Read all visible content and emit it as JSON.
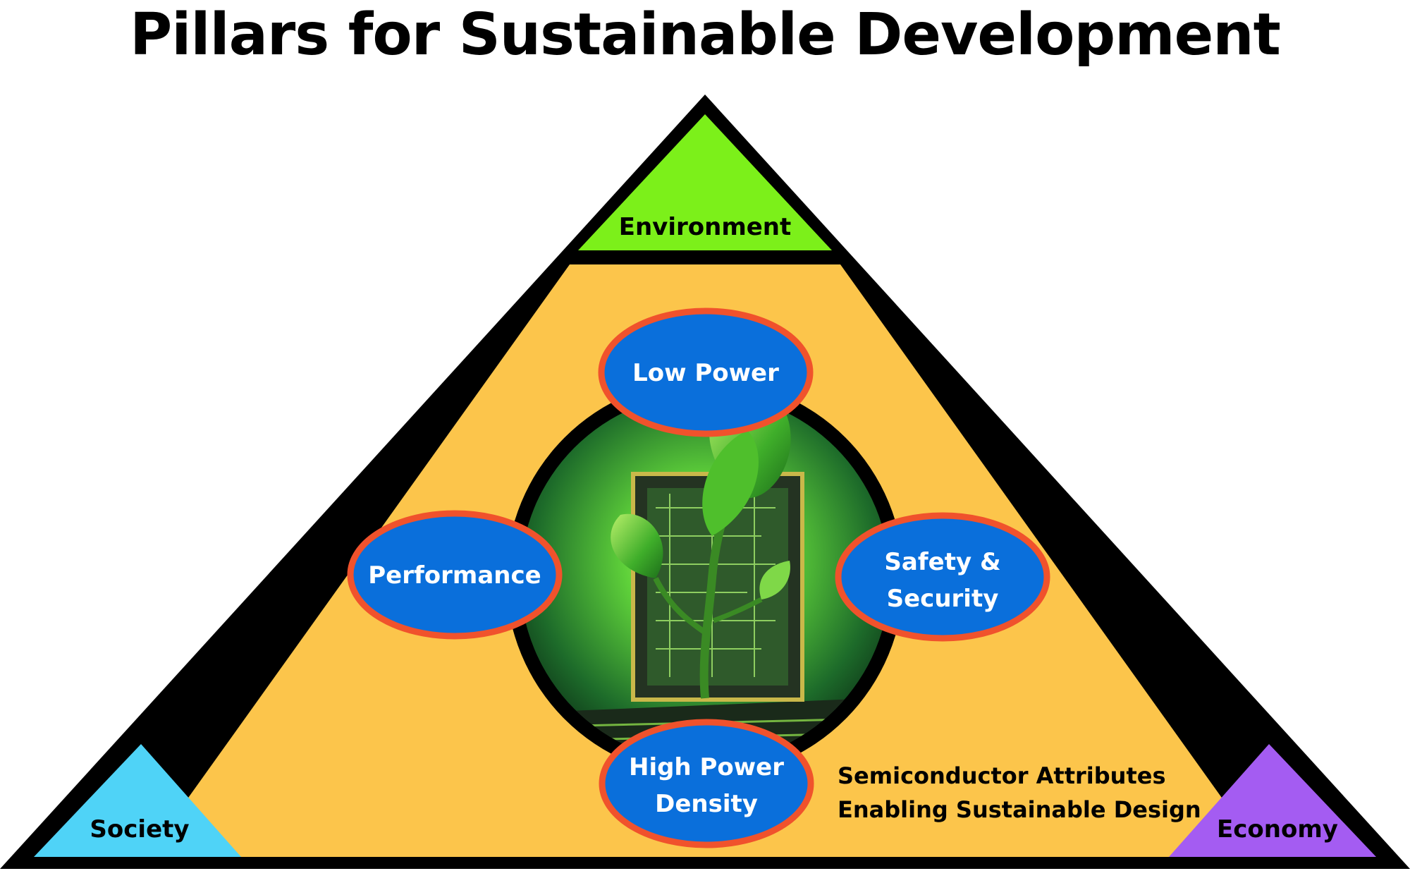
{
  "title": "Pillars for Sustainable Development",
  "corners": {
    "top": "Environment",
    "left": "Society",
    "right": "Economy"
  },
  "attributes": {
    "top": [
      "Low Power"
    ],
    "left": [
      "Performance"
    ],
    "right": [
      "Safety &",
      "Security"
    ],
    "bottom": [
      "High Power",
      "Density"
    ]
  },
  "caption": [
    "Semiconductor Attributes",
    "Enabling Sustainable Design"
  ],
  "colors": {
    "outer_fill": "#000000",
    "inner_fill": "#FCC54B",
    "environment": "#7CF01A",
    "society": "#4FD3F7",
    "economy": "#A45CF2",
    "ellipse_fill": "#0A6FDB",
    "ellipse_border": "#F0522C"
  },
  "central_image": "chip-with-sprouting-plant"
}
